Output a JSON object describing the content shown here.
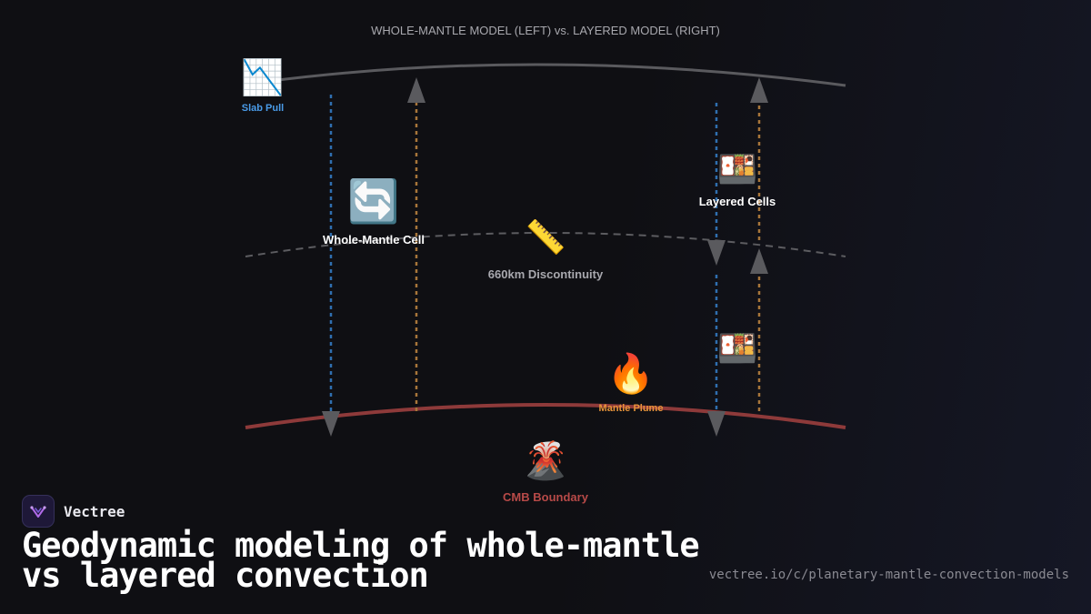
{
  "diagram": {
    "title": "WHOLE-MANTLE MODEL (LEFT) vs. LAYERED MODEL (RIGHT)",
    "labels": {
      "slab_pull": "Slab Pull",
      "whole_mantle_cell": "Whole-Mantle Cell",
      "discontinuity": "660km Discontinuity",
      "layered_cells": "Layered Cells",
      "mantle_plume": "Mantle Plume",
      "cmb_boundary": "CMB Boundary"
    },
    "icons": {
      "slab_pull": "📉",
      "whole_mantle_cell": "🔄",
      "discontinuity": "📏",
      "layered_cells_upper": "🍱",
      "layered_cells_lower": "🍱",
      "mantle_plume": "🔥",
      "cmb_boundary": "🌋"
    },
    "colors": {
      "surface": "#5a5a5e",
      "discontinuity": "#5c5c60",
      "cmb": "#8e3a3a",
      "downwelling": "#2f6fb0",
      "upwelling": "#a8763a",
      "arrow": "#5a5a5e",
      "slab_pull_text": "#4a9be8",
      "plume_text": "#e8943a",
      "cmb_text": "#b84a48"
    }
  },
  "brand": {
    "name": "Vectree"
  },
  "headline": {
    "line1": "Geodynamic modeling of whole-mantle",
    "line2": "vs layered convection"
  },
  "url": "vectree.io/c/planetary-mantle-convection-models"
}
